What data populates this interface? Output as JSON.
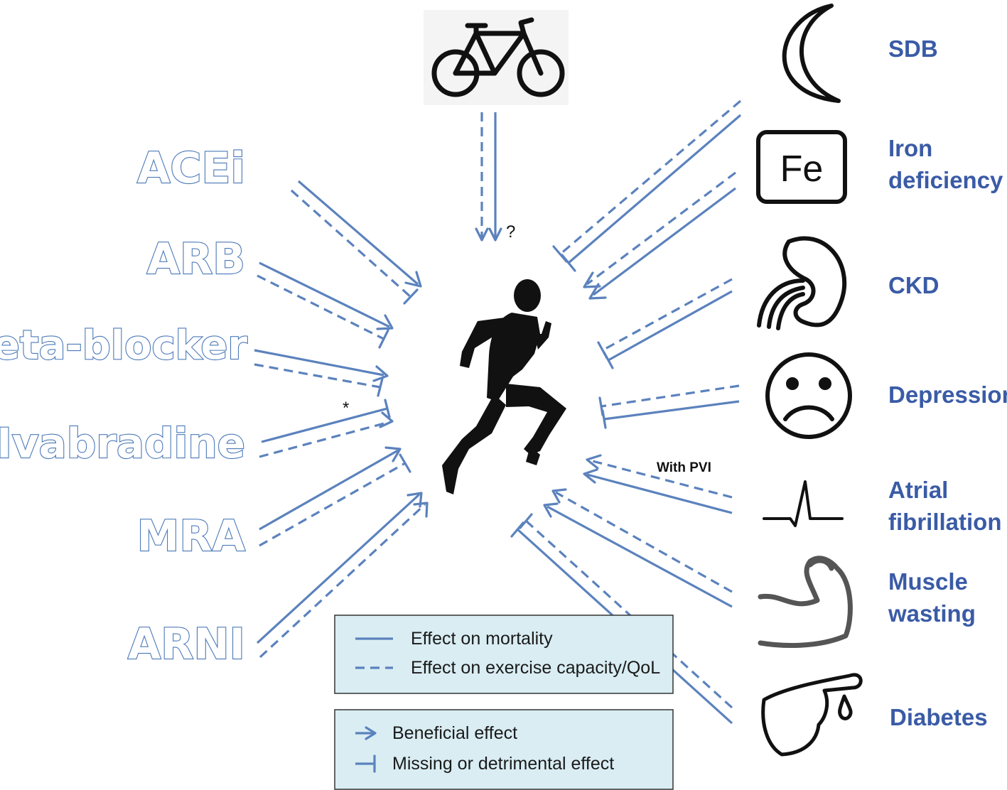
{
  "drugs": {
    "acei": "ACEi",
    "arb": "ARB",
    "beta_blocker": "Beta-blocker",
    "ivabradine": "Ivabradine",
    "mra": "MRA",
    "arni": "ARNI"
  },
  "conditions": {
    "sdb": "SDB",
    "iron_line1": "Iron",
    "iron_line2": "deficiency",
    "ckd": "CKD",
    "depression": "Depression",
    "af_line1": "Atrial",
    "af_line2": "fibrillation",
    "muscle_line1": "Muscle",
    "muscle_line2": "wasting",
    "diabetes": "Diabetes"
  },
  "icons": {
    "fe_text": "Fe",
    "sdb": "crescent-moon-icon",
    "iron": "fe-box-icon",
    "ckd": "kidney-icon",
    "depression": "sad-face-icon",
    "af": "ecg-trace-icon",
    "muscle": "flexed-arm-icon",
    "diabetes": "finger-blood-drop-icon",
    "exercise": "bicycle-icon",
    "center": "running-man-icon"
  },
  "annotations": {
    "question_mark": "?",
    "asterisk": "*",
    "with_pvi": "With PVI"
  },
  "legend": {
    "mortality": "Effect on mortality",
    "exercise": "Effect on exercise capacity/QoL",
    "beneficial": "Beneficial effect",
    "missing": "Missing or detrimental effect"
  },
  "colors": {
    "line_blue": "#5b82bd",
    "drug_outline": "#4a78b8",
    "condition_text": "#3a5ba6",
    "legend_fill": "#d9edf3"
  }
}
